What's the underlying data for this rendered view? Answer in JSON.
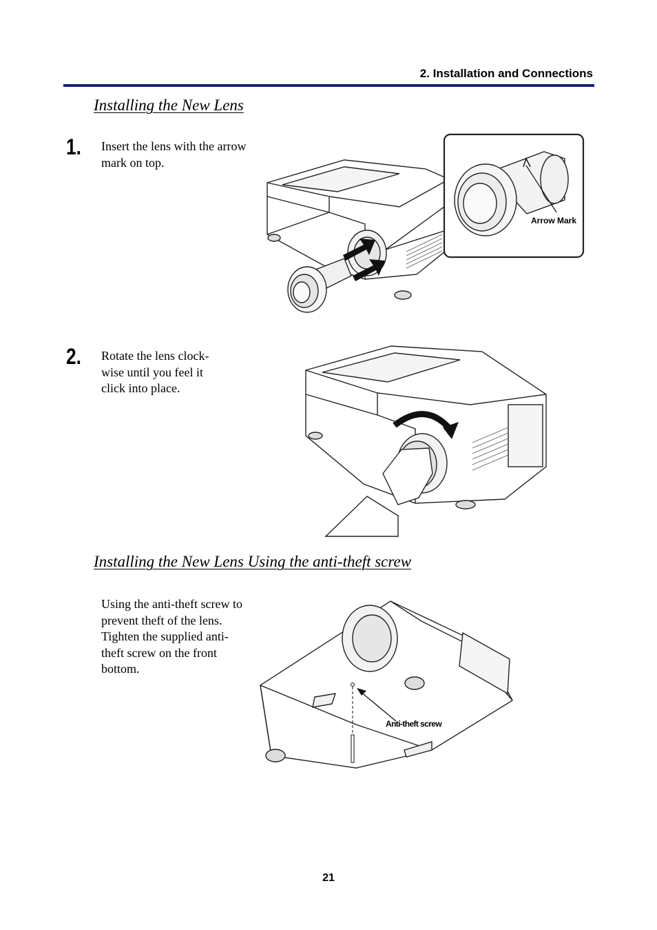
{
  "header": {
    "chapter": "2. Installation and Connections"
  },
  "section1": {
    "title": "Installing the New Lens",
    "steps": [
      {
        "number": "1.",
        "text": "Insert the lens with the arrow mark on top."
      },
      {
        "number": "2.",
        "text": "Rotate the lens clock-wise until you feel it click into place."
      }
    ],
    "figure1_callout": "Arrow Mark"
  },
  "section2": {
    "title": "Installing the New Lens Using the anti-theft screw",
    "paragraphs": [
      "Using the anti-theft screw to prevent theft of the lens.",
      "Tighten the supplied anti-theft screw on the front bottom."
    ],
    "figure3_callout": "Anti-theft screw"
  },
  "footer": {
    "page_number": "21"
  }
}
